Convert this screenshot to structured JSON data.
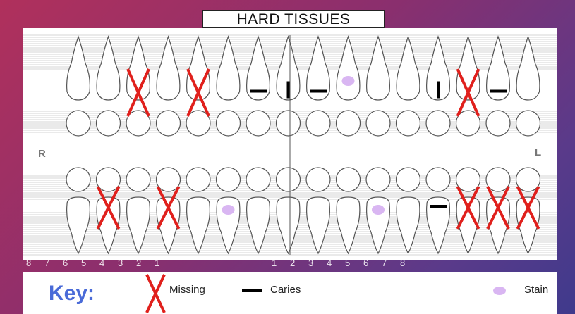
{
  "title": "HARD TISSUES",
  "side_labels": {
    "right": "R",
    "left": "L"
  },
  "tooth_numbers": [
    "8",
    "7",
    "6",
    "5",
    "4",
    "3",
    "2",
    "1",
    "1",
    "2",
    "3",
    "4",
    "5",
    "6",
    "7",
    "8"
  ],
  "key": {
    "title": "Key:",
    "missing_label": "Missing",
    "caries_label": "Caries",
    "stain_label": "Stain"
  },
  "colors": {
    "missing_mark": "#e0201c",
    "caries_mark": "#000000",
    "stain_mark": "#d9b6f2",
    "key_title": "#4a6bd8"
  },
  "findings": {
    "upper_right": {
      "missing": [
        "6",
        "4"
      ],
      "caries": [
        "2",
        "1"
      ],
      "stain": []
    },
    "upper_left": {
      "missing": [
        "6"
      ],
      "caries": [
        "1",
        "5",
        "7"
      ],
      "stain": [
        "2"
      ]
    },
    "lower_right": {
      "missing": [
        "7",
        "5"
      ],
      "caries": [],
      "stain": [
        "3"
      ]
    },
    "lower_left": {
      "missing": [
        "6",
        "7",
        "8"
      ],
      "caries": [
        "5"
      ],
      "stain": [
        "3"
      ]
    }
  }
}
